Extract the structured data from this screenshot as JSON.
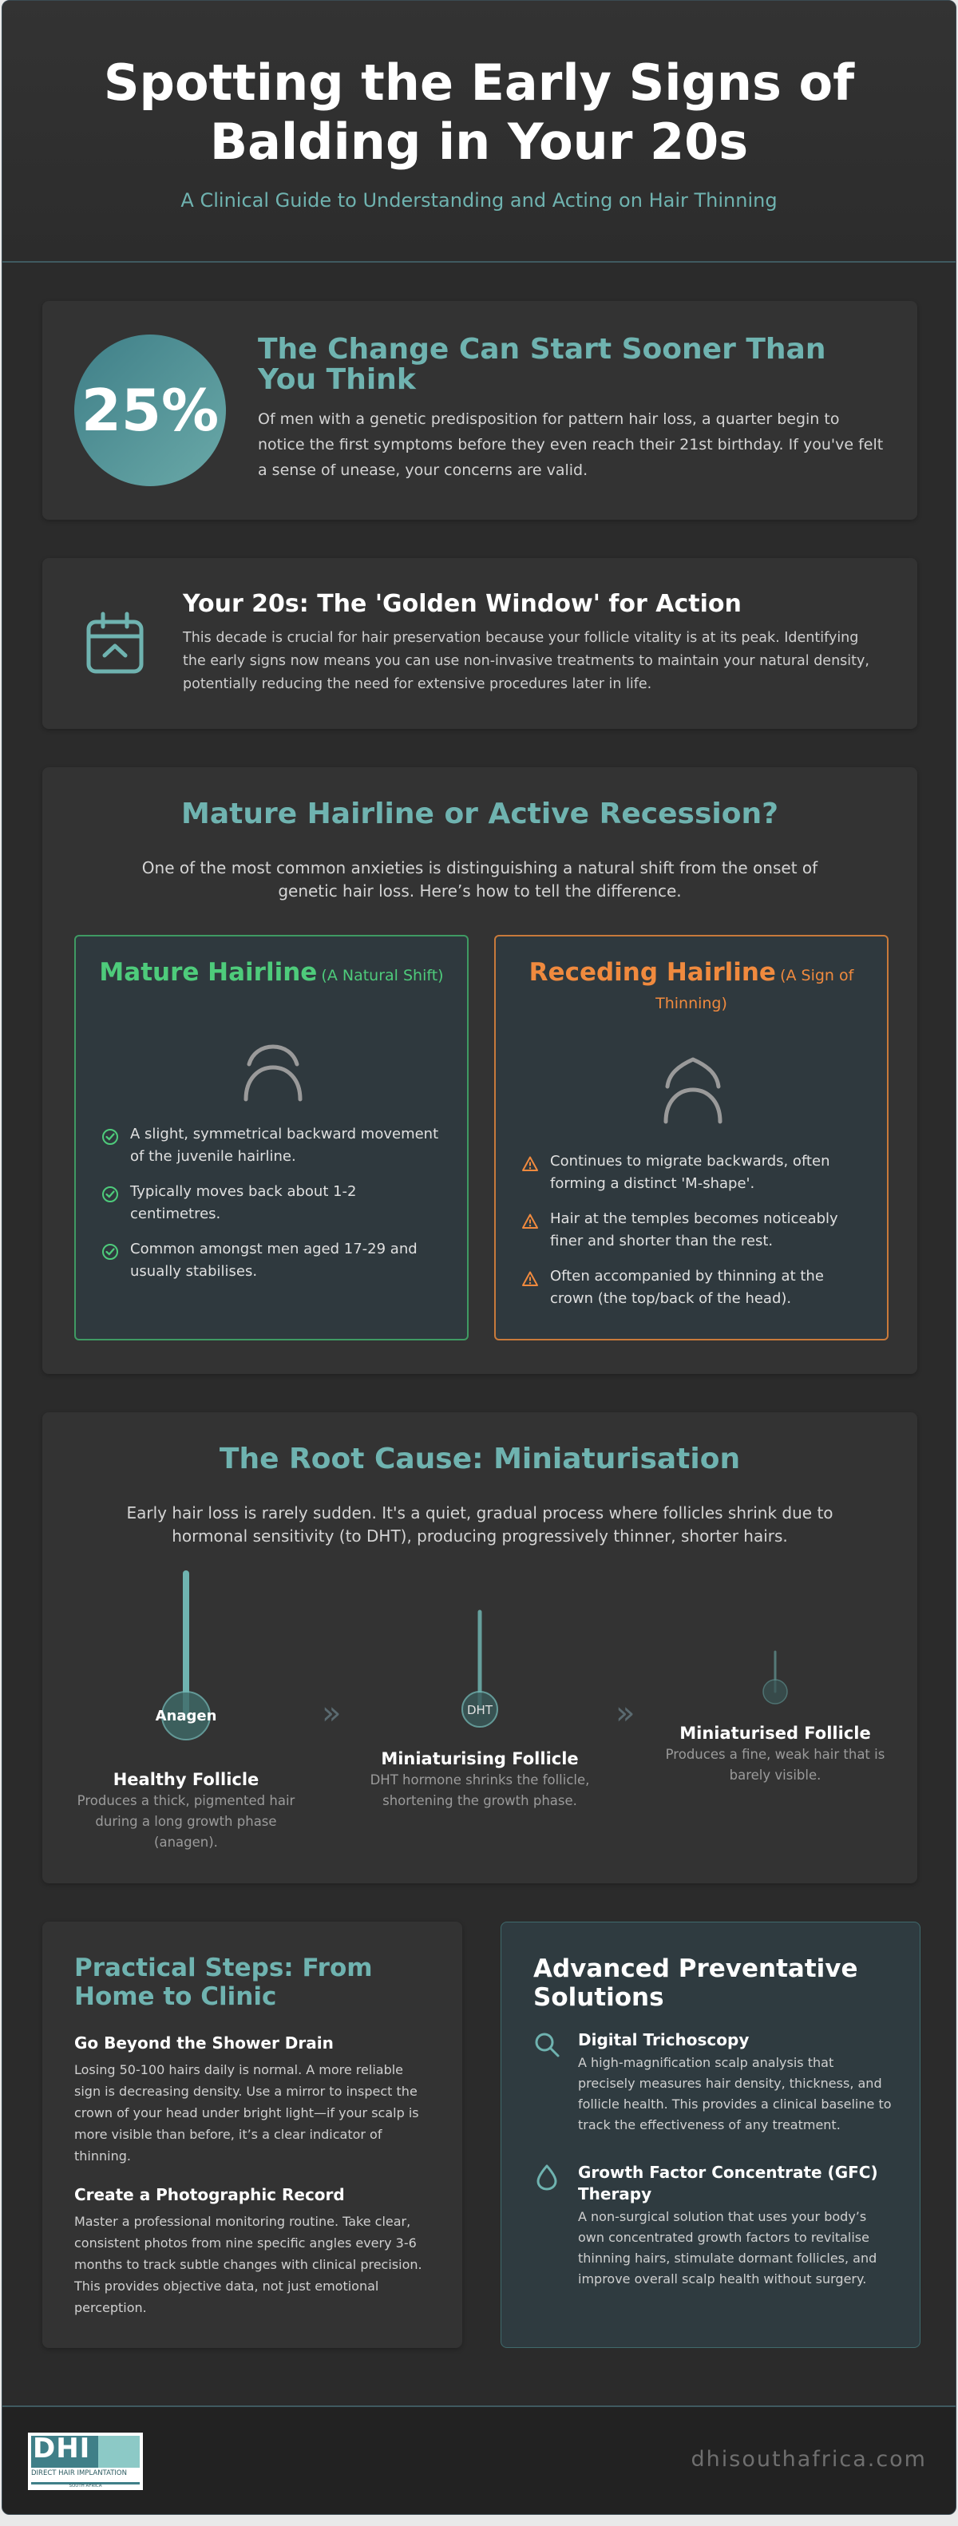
{
  "header": {
    "title": "Spotting the Early Signs of Balding in Your 20s",
    "subtitle": "A Clinical Guide to Understanding and Acting on Hair Thinning"
  },
  "stat": {
    "value": "25%",
    "title": "The Change Can Start Sooner Than You Think",
    "text": "Of men with a genetic predisposition for pattern hair loss, a quarter begin to notice the first symptoms before they even reach their 21st birthday. If you've felt a sense of unease, your concerns are valid."
  },
  "golden_window": {
    "icon": "calendar-icon",
    "title": "Your 20s: The 'Golden Window' for Action",
    "text": "This decade is crucial for hair preservation because your follicle vitality is at its peak. Identifying the early signs now means you can use non-invasive treatments to maintain your natural density, potentially reducing the need for extensive procedures later in life."
  },
  "hairline": {
    "title": "Mature Hairline or Active Recession?",
    "intro": "One of the most common anxieties is distinguishing a natural shift from the onset of genetic hair loss. Here’s how to tell the difference.",
    "mature": {
      "title": "Mature Hairline",
      "tag": "(A Natural Shift)",
      "items": [
        "A slight, symmetrical backward movement of the juvenile hairline.",
        "Typically moves back about 1-2 centimetres.",
        "Common amongst men aged 17-29 and usually stabilises."
      ]
    },
    "receding": {
      "title": "Receding Hairline",
      "tag": "(A Sign of Thinning)",
      "items": [
        "Continues to migrate backwards, often forming a distinct 'M-shape'.",
        "Hair at the temples becomes noticeably finer and shorter than the rest.",
        "Often accompanied by thinning at the crown (the top/back of the head)."
      ]
    }
  },
  "miniaturisation": {
    "title": "The Root Cause: Miniaturisation",
    "intro": "Early hair loss is rarely sudden. It's a quiet, gradual process where follicles shrink due to hormonal sensitivity (to DHT), producing progressively thinner, shorter hairs.",
    "stages": [
      {
        "bulb_label": "Anagen",
        "title": "Healthy Follicle",
        "desc": "Produces a thick, pigmented hair during a long growth phase (anagen)."
      },
      {
        "bulb_label": "DHT",
        "title": "Miniaturising Follicle",
        "desc": "DHT hormone shrinks the follicle, shortening the growth phase."
      },
      {
        "bulb_label": "",
        "title": "Miniaturised Follicle",
        "desc": "Produces a fine, weak hair that is barely visible."
      }
    ],
    "separator": "»"
  },
  "steps": {
    "title": "Practical Steps: From Home to Clinic",
    "items": [
      {
        "title": "Go Beyond the Shower Drain",
        "text": "Losing 50-100 hairs daily is normal. A more reliable sign is decreasing density. Use a mirror to inspect the crown of your head under bright light—if your scalp is more visible than before, it’s a clear indicator of thinning."
      },
      {
        "title": "Create a Photographic Record",
        "text": "Master a professional monitoring routine. Take clear, consistent photos from nine specific angles every 3-6 months to track subtle changes with clinical precision. This provides objective data, not just emotional perception."
      }
    ]
  },
  "advanced": {
    "title": "Advanced Preventative Solutions",
    "items": [
      {
        "icon": "search-icon",
        "title": "Digital Trichoscopy",
        "text": "A high-magnification scalp analysis that precisely measures hair density, thickness, and follicle health. This provides a clinical baseline to track the effectiveness of any treatment."
      },
      {
        "icon": "drop-icon",
        "title": "Growth Factor Concentrate (GFC) Therapy",
        "text": "A non-surgical solution that uses your body’s own concentrated growth factors to revitalise thinning hairs, stimulate dormant follicles, and improve overall scalp health without surgery."
      }
    ]
  },
  "footer": {
    "logo_text": "DHI",
    "logo_line1": "DIRECT HAIR IMPLANTATION",
    "logo_line2": "SOUTH AFRICA",
    "url": "dhisouthafrica.com"
  },
  "colors": {
    "accent": "#6fb3b0",
    "mature": "#4ecb7b",
    "receding": "#f08a3e",
    "background": "#2b2b2b"
  }
}
